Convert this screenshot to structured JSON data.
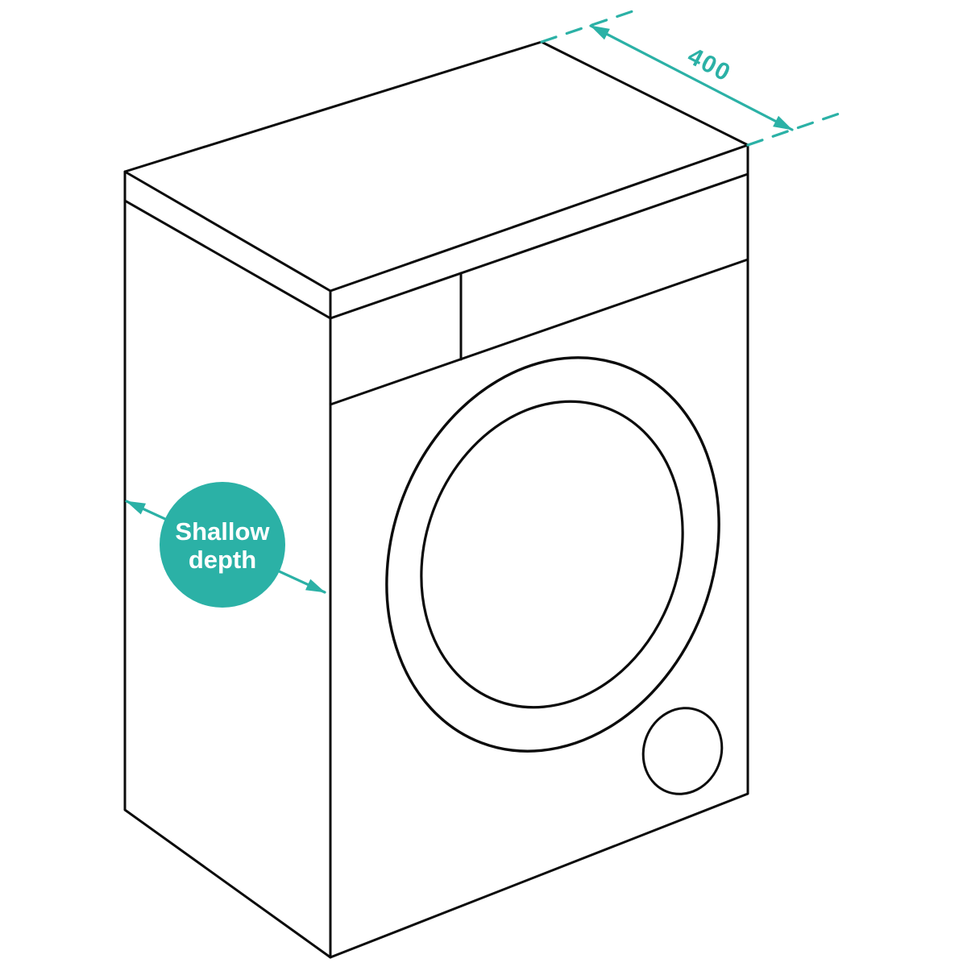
{
  "diagram": {
    "type": "washing-machine-dimension-diagram",
    "background_color": "#ffffff",
    "line_color": "#0b0b0b",
    "accent_color": "#2bb1a6",
    "dimension": {
      "label": "400"
    },
    "depth_badge": {
      "line1": "Shallow",
      "line2": "depth",
      "text_color": "#ffffff"
    },
    "icons": {
      "arrowhead": "filled-triangle"
    }
  }
}
